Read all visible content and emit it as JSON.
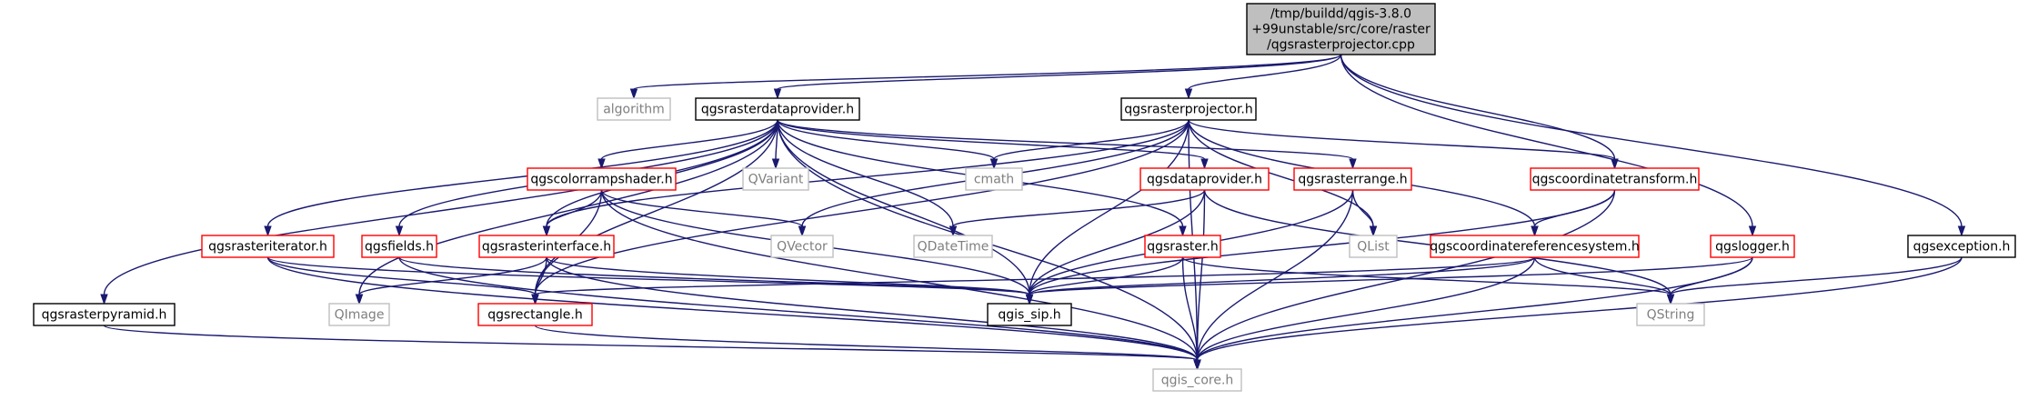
{
  "colors": {
    "edge": "#191970",
    "root_fill": "#bfbfbf",
    "root_border": "#000000",
    "linked_border": "#000000",
    "partial_border": "#ff0000",
    "external_border": "#bfbfbf",
    "external_text": "#7f7f7f",
    "text": "#000000"
  },
  "nodes": [
    {
      "id": "root",
      "kind": "root",
      "lines": [
        "/tmp/buildd/qgis-3.8.0",
        "+99unstable/src/core/raster",
        "/qgsrasterprojector.cpp"
      ]
    },
    {
      "id": "algorithm",
      "kind": "external",
      "lines": [
        "algorithm"
      ]
    },
    {
      "id": "qgsrasterdataprovider",
      "kind": "linked",
      "lines": [
        "qgsrasterdataprovider.h"
      ]
    },
    {
      "id": "qgsrasterprojector",
      "kind": "linked",
      "lines": [
        "qgsrasterprojector.h"
      ]
    },
    {
      "id": "qgscoordinatetransform",
      "kind": "partial",
      "lines": [
        "qgscoordinatetransform.h"
      ]
    },
    {
      "id": "qgslogger",
      "kind": "partial",
      "lines": [
        "qgslogger.h"
      ]
    },
    {
      "id": "qgsexception",
      "kind": "linked",
      "lines": [
        "qgsexception.h"
      ]
    },
    {
      "id": "qgscolorrampshader",
      "kind": "partial",
      "lines": [
        "qgscolorrampshader.h"
      ]
    },
    {
      "id": "qvariant",
      "kind": "external",
      "lines": [
        "QVariant"
      ]
    },
    {
      "id": "cmath",
      "kind": "external",
      "lines": [
        "cmath"
      ]
    },
    {
      "id": "qgsdataprovider",
      "kind": "partial",
      "lines": [
        "qgsdataprovider.h"
      ]
    },
    {
      "id": "qgsrasterrange",
      "kind": "partial",
      "lines": [
        "qgsrasterrange.h"
      ]
    },
    {
      "id": "qgsrasteriterator",
      "kind": "partial",
      "lines": [
        "qgsrasteriterator.h"
      ]
    },
    {
      "id": "qgsfields",
      "kind": "partial",
      "lines": [
        "qgsfields.h"
      ]
    },
    {
      "id": "qgsrasterinterface",
      "kind": "partial",
      "lines": [
        "qgsrasterinterface.h"
      ]
    },
    {
      "id": "qvector",
      "kind": "external",
      "lines": [
        "QVector"
      ]
    },
    {
      "id": "qdatetime",
      "kind": "external",
      "lines": [
        "QDateTime"
      ]
    },
    {
      "id": "qgsraster",
      "kind": "partial",
      "lines": [
        "qgsraster.h"
      ]
    },
    {
      "id": "qlist",
      "kind": "external",
      "lines": [
        "QList"
      ]
    },
    {
      "id": "qgscoordinatereferencesystem",
      "kind": "partial",
      "lines": [
        "qgscoordinatereferencesystem.h"
      ]
    },
    {
      "id": "qgsrasterpyramid",
      "kind": "linked",
      "lines": [
        "qgsrasterpyramid.h"
      ]
    },
    {
      "id": "qimage",
      "kind": "external",
      "lines": [
        "QImage"
      ]
    },
    {
      "id": "qgsrectangle",
      "kind": "partial",
      "lines": [
        "qgsrectangle.h"
      ]
    },
    {
      "id": "qgis_sip",
      "kind": "linked",
      "lines": [
        "qgis_sip.h"
      ]
    },
    {
      "id": "qstring",
      "kind": "external",
      "lines": [
        "QString"
      ]
    },
    {
      "id": "qgis_core",
      "kind": "external",
      "lines": [
        "qgis_core.h"
      ]
    }
  ],
  "edges": [
    [
      "root",
      "algorithm"
    ],
    [
      "root",
      "qgsrasterdataprovider"
    ],
    [
      "root",
      "qgsrasterprojector"
    ],
    [
      "root",
      "qgscoordinatetransform"
    ],
    [
      "root",
      "qgslogger"
    ],
    [
      "root",
      "qgsexception"
    ],
    [
      "qgsrasterdataprovider",
      "qgis_core"
    ],
    [
      "qgsrasterdataprovider",
      "qgis_sip"
    ],
    [
      "qgsrasterdataprovider",
      "cmath"
    ],
    [
      "qgsrasterdataprovider",
      "qdatetime"
    ],
    [
      "qgsrasterdataprovider",
      "qvariant"
    ],
    [
      "qgsrasterdataprovider",
      "qimage"
    ],
    [
      "qgsrasterdataprovider",
      "qgscolorrampshader"
    ],
    [
      "qgsrasterdataprovider",
      "qgsdataprovider"
    ],
    [
      "qgsrasterdataprovider",
      "qgsfields"
    ],
    [
      "qgsrasterdataprovider",
      "qgsraster"
    ],
    [
      "qgsrasterdataprovider",
      "qgsrasterinterface"
    ],
    [
      "qgsrasterdataprovider",
      "qgsrasterpyramid"
    ],
    [
      "qgsrasterdataprovider",
      "qgsrasterrange"
    ],
    [
      "qgsrasterdataprovider",
      "qgsrectangle"
    ],
    [
      "qgsrasterdataprovider",
      "qgsrasteriterator"
    ],
    [
      "qgsrasterprojector",
      "qgis_core"
    ],
    [
      "qgsrasterprojector",
      "qgis_sip"
    ],
    [
      "qgsrasterprojector",
      "qgsrasterinterface"
    ],
    [
      "qgsrasterprojector",
      "qgscoordinatetransform"
    ],
    [
      "qgsrasterprojector",
      "qgscoordinatereferencesystem"
    ],
    [
      "qgsrasterprojector",
      "qlist"
    ],
    [
      "qgsrasterprojector",
      "qvector"
    ],
    [
      "qgsrasterprojector",
      "qgsrectangle"
    ],
    [
      "qgsrasterprojector",
      "cmath"
    ],
    [
      "qgscolorrampshader",
      "qgis_core"
    ],
    [
      "qgscolorrampshader",
      "qgis_sip"
    ],
    [
      "qgscolorrampshader",
      "qvector"
    ],
    [
      "qgscolorrampshader",
      "qgsrasterinterface"
    ],
    [
      "qgscolorrampshader",
      "qgsrectangle"
    ],
    [
      "qgsrasterinterface",
      "qgis_core"
    ],
    [
      "qgsrasterinterface",
      "qgis_sip"
    ],
    [
      "qgsrasterinterface",
      "qimage"
    ],
    [
      "qgsrasterinterface",
      "qgsrectangle"
    ],
    [
      "qgsrasteriterator",
      "qgis_core"
    ],
    [
      "qgsrasteriterator",
      "qgis_sip"
    ],
    [
      "qgsrasteriterator",
      "qgsrectangle"
    ],
    [
      "qgsfields",
      "qgis_core"
    ],
    [
      "qgsfields",
      "qgis_sip"
    ],
    [
      "qgsrasterpyramid",
      "qgis_core"
    ],
    [
      "qgsrectangle",
      "qgis_core"
    ],
    [
      "qgsdataprovider",
      "qgis_core"
    ],
    [
      "qgsdataprovider",
      "qdatetime"
    ],
    [
      "qgsdataprovider",
      "qgis_sip"
    ],
    [
      "qgsdataprovider",
      "qstring"
    ],
    [
      "qgsrasterrange",
      "qgis_core"
    ],
    [
      "qgsrasterrange",
      "qgis_sip"
    ],
    [
      "qgsrasterrange",
      "qlist"
    ],
    [
      "qgsraster",
      "qgis_core"
    ],
    [
      "qgsraster",
      "qgis_sip"
    ],
    [
      "qgsraster",
      "qstring"
    ],
    [
      "qgscoordinatetransform",
      "qgis_core"
    ],
    [
      "qgscoordinatetransform",
      "qgis_sip"
    ],
    [
      "qgscoordinatetransform",
      "qgscoordinatereferencesystem"
    ],
    [
      "qgscoordinatereferencesystem",
      "qgis_core"
    ],
    [
      "qgscoordinatereferencesystem",
      "qgis_sip"
    ],
    [
      "qgscoordinatereferencesystem",
      "qstring"
    ],
    [
      "qgscoordinatereferencesystem",
      "qgsrectangle"
    ],
    [
      "qgslogger",
      "qgis_core"
    ],
    [
      "qgslogger",
      "qgis_sip"
    ],
    [
      "qgslogger",
      "qstring"
    ],
    [
      "qgsexception",
      "qgis_core"
    ],
    [
      "qgsexception",
      "qstring"
    ]
  ]
}
